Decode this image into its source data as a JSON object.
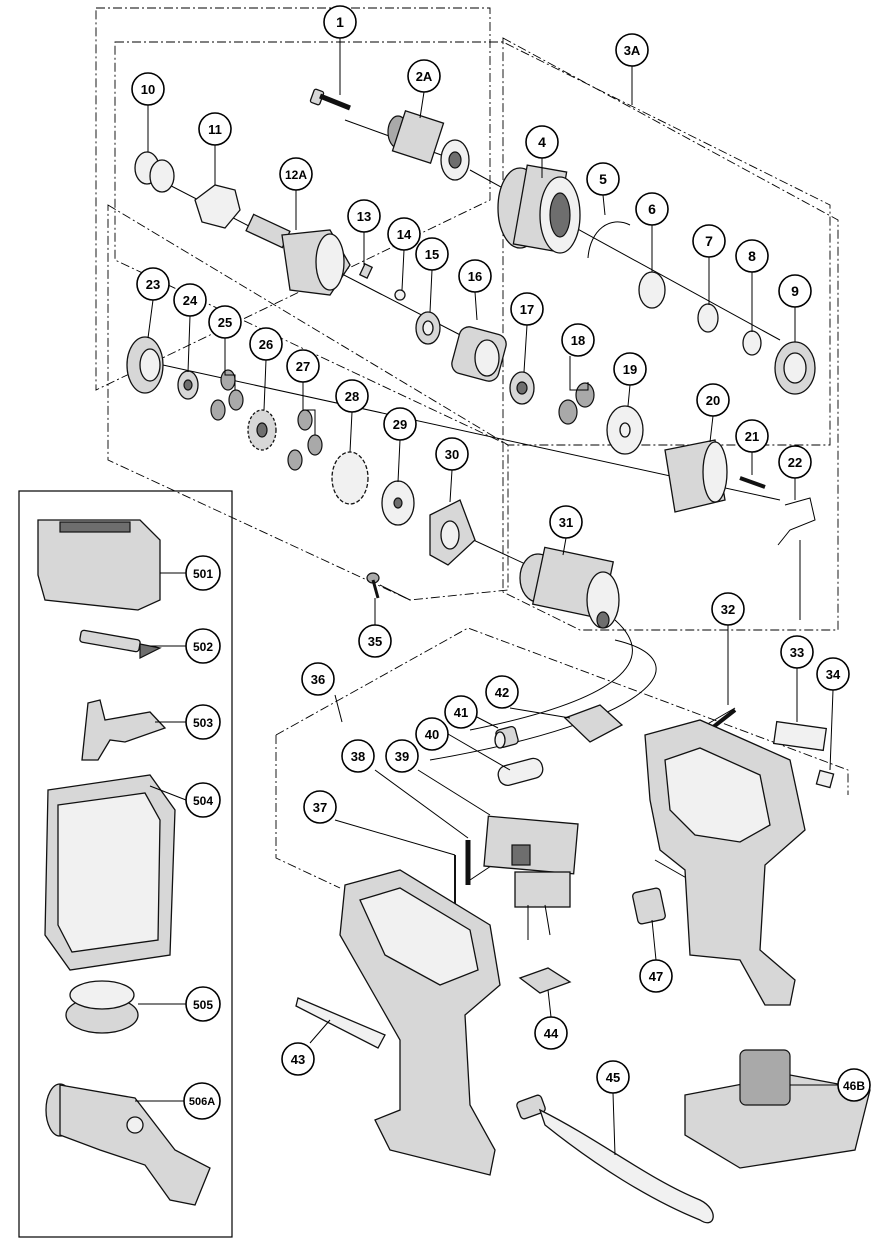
{
  "callouts": [
    {
      "id": "c1",
      "label": "1"
    },
    {
      "id": "c2A",
      "label": "2A"
    },
    {
      "id": "c3A",
      "label": "3A"
    },
    {
      "id": "c4",
      "label": "4"
    },
    {
      "id": "c5",
      "label": "5"
    },
    {
      "id": "c6",
      "label": "6"
    },
    {
      "id": "c7",
      "label": "7"
    },
    {
      "id": "c8",
      "label": "8"
    },
    {
      "id": "c9",
      "label": "9"
    },
    {
      "id": "c10",
      "label": "10"
    },
    {
      "id": "c11",
      "label": "11"
    },
    {
      "id": "c12A",
      "label": "12A"
    },
    {
      "id": "c13",
      "label": "13"
    },
    {
      "id": "c14",
      "label": "14"
    },
    {
      "id": "c15",
      "label": "15"
    },
    {
      "id": "c16",
      "label": "16"
    },
    {
      "id": "c17",
      "label": "17"
    },
    {
      "id": "c18",
      "label": "18"
    },
    {
      "id": "c19",
      "label": "19"
    },
    {
      "id": "c20",
      "label": "20"
    },
    {
      "id": "c21",
      "label": "21"
    },
    {
      "id": "c22",
      "label": "22"
    },
    {
      "id": "c23",
      "label": "23"
    },
    {
      "id": "c24",
      "label": "24"
    },
    {
      "id": "c25",
      "label": "25"
    },
    {
      "id": "c26",
      "label": "26"
    },
    {
      "id": "c27",
      "label": "27"
    },
    {
      "id": "c28",
      "label": "28"
    },
    {
      "id": "c29",
      "label": "29"
    },
    {
      "id": "c30",
      "label": "30"
    },
    {
      "id": "c31",
      "label": "31"
    },
    {
      "id": "c32",
      "label": "32"
    },
    {
      "id": "c33",
      "label": "33"
    },
    {
      "id": "c34",
      "label": "34"
    },
    {
      "id": "c35",
      "label": "35"
    },
    {
      "id": "c36",
      "label": "36"
    },
    {
      "id": "c37",
      "label": "37"
    },
    {
      "id": "c38",
      "label": "38"
    },
    {
      "id": "c39",
      "label": "39"
    },
    {
      "id": "c40",
      "label": "40"
    },
    {
      "id": "c41",
      "label": "41"
    },
    {
      "id": "c42",
      "label": "42"
    },
    {
      "id": "c43",
      "label": "43"
    },
    {
      "id": "c44",
      "label": "44"
    },
    {
      "id": "c45",
      "label": "45"
    },
    {
      "id": "c46B",
      "label": "46B"
    },
    {
      "id": "c47",
      "label": "47"
    },
    {
      "id": "c501",
      "label": "501"
    },
    {
      "id": "c502",
      "label": "502"
    },
    {
      "id": "c503",
      "label": "503"
    },
    {
      "id": "c504",
      "label": "504"
    },
    {
      "id": "c505",
      "label": "505"
    },
    {
      "id": "c506A",
      "label": "506A"
    }
  ],
  "colors": {
    "line": "#000000",
    "part_fill": "#d7d7d7",
    "part_dark": "#6e6e6e",
    "background": "#ffffff"
  }
}
